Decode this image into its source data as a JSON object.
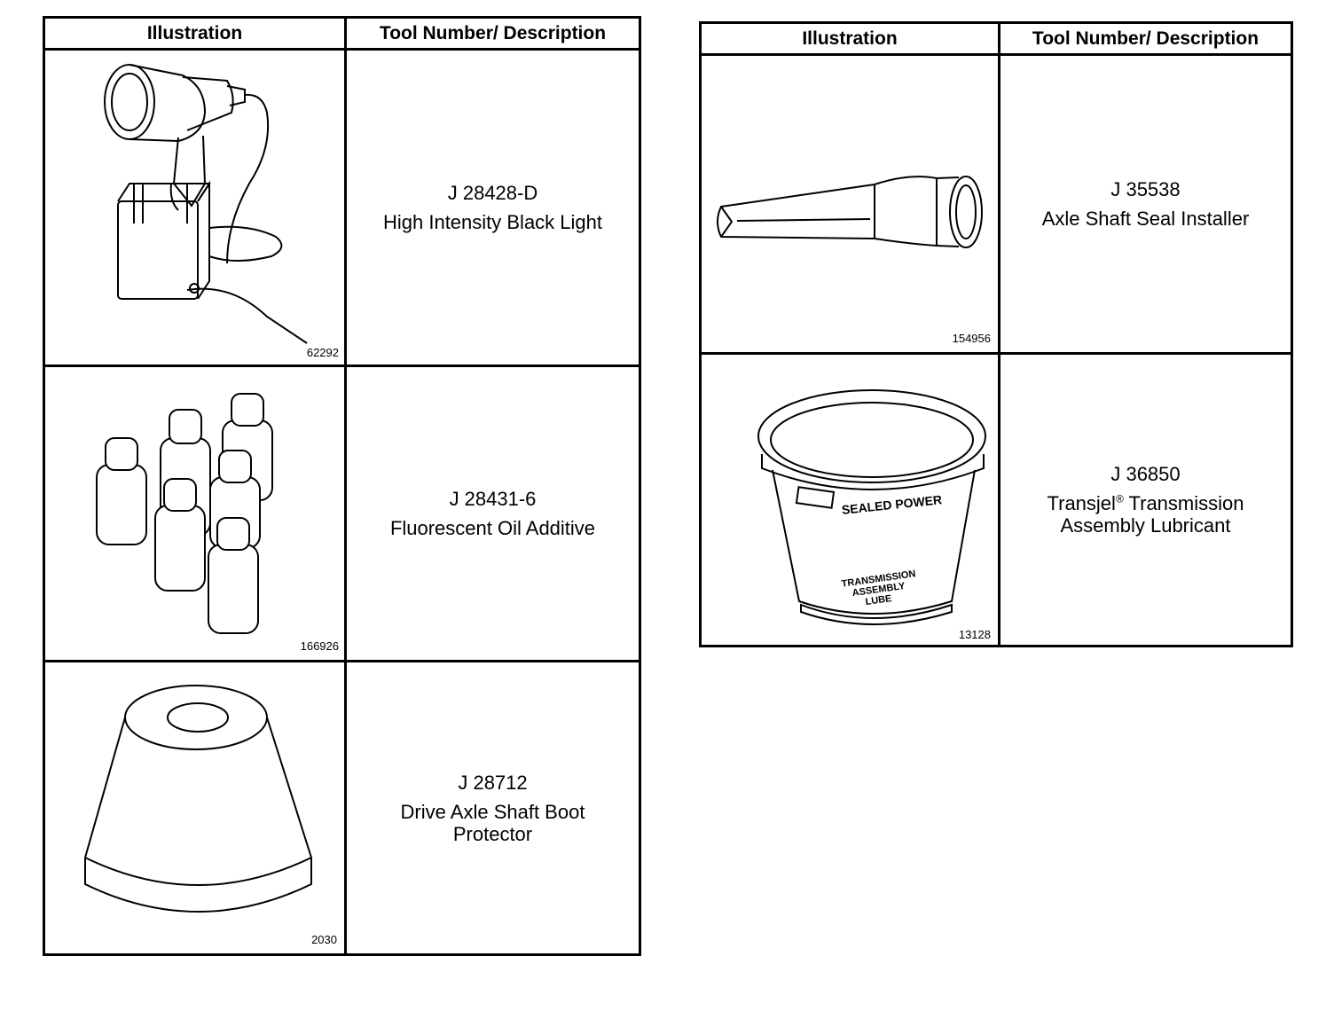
{
  "headers": {
    "illustration": "Illustration",
    "tool": "Tool Number/ Description"
  },
  "left_table": [
    {
      "tool_number": "J 28428-D",
      "description": [
        "High Intensity Black Light"
      ],
      "figure_id": "62292",
      "icon": "black-light-icon"
    },
    {
      "tool_number": "J 28431-6",
      "description": [
        "Fluorescent Oil Additive"
      ],
      "figure_id": "166926",
      "icon": "oil-additive-bottles-icon"
    },
    {
      "tool_number": "J 28712",
      "description": [
        "Drive Axle Shaft Boot",
        "Protector"
      ],
      "figure_id": "2030",
      "icon": "boot-protector-icon"
    }
  ],
  "right_table": [
    {
      "tool_number": "J 35538",
      "description": [
        "Axle Shaft Seal Installer"
      ],
      "figure_id": "154956",
      "icon": "seal-installer-icon"
    },
    {
      "tool_number": "J 36850",
      "description_line1_a": "Transjel",
      "description_line1_sup": "®",
      "description_line1_b": " Transmission",
      "description_line2": "Assembly Lubricant",
      "figure_id": "13128",
      "icon": "lubricant-tub-icon",
      "tub_label": "SEALED POWER",
      "tub_label_bottom": [
        "TRANSMISSION",
        "ASSEMBLY",
        "LUBE"
      ]
    }
  ]
}
